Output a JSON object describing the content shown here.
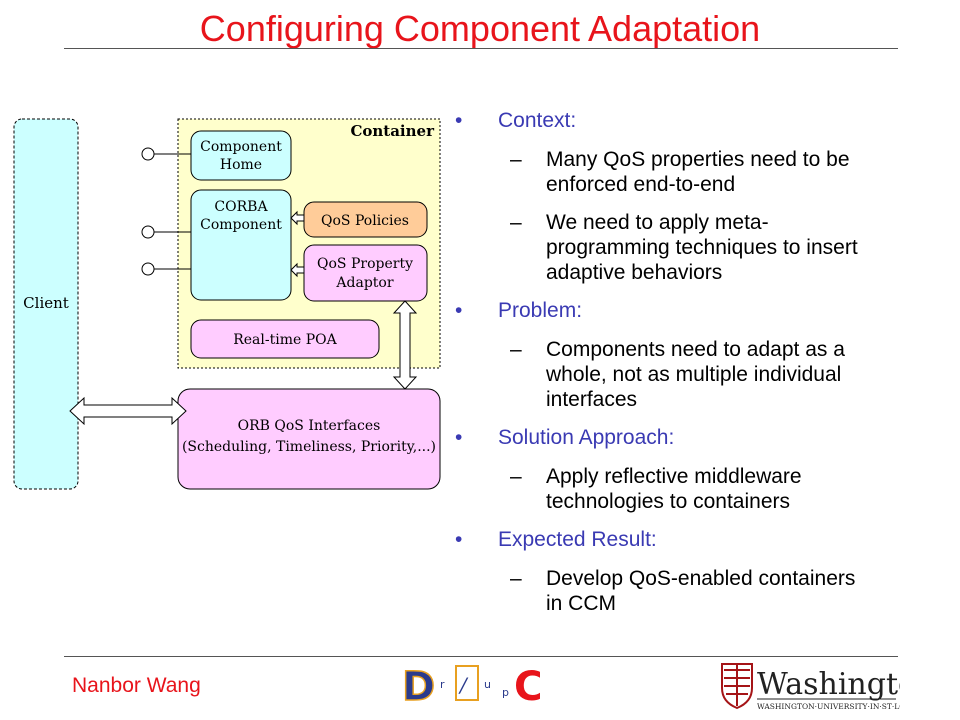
{
  "slide": {
    "title": "Configuring Component Adaptation",
    "author": "Nanbor Wang"
  },
  "diagram": {
    "client": "Client",
    "container": "Container",
    "component_home": [
      "Component",
      "Home"
    ],
    "corba_component": [
      "CORBA",
      "Component"
    ],
    "qos_policies": "QoS Policies",
    "qos_property_adaptor": [
      "QoS Property",
      "Adaptor"
    ],
    "realtime_poa": "Real-time POA",
    "orb_qos": [
      "ORB QoS Interfaces",
      "(Scheduling, Timeliness, Priority,...)"
    ]
  },
  "bullets": [
    {
      "label": "Context:",
      "subs": [
        [
          "Many QoS properties need to be",
          "enforced end-to-end"
        ],
        [
          "We need to apply meta-",
          "programming techniques to insert",
          "adaptive behaviors"
        ]
      ]
    },
    {
      "label": "Problem:",
      "subs": [
        [
          "Components need to adapt as a",
          "whole, not as multiple individual",
          "interfaces"
        ]
      ]
    },
    {
      "label": "Solution Approach:",
      "subs": [
        [
          "Apply reflective middleware",
          "technologies to containers"
        ]
      ]
    },
    {
      "label": "Expected Result:",
      "subs": [
        [
          "Develop QoS-enabled containers",
          "in CCM"
        ]
      ]
    }
  ],
  "logos": {
    "doc_letters": [
      "D",
      "r",
      "u",
      "p",
      "C"
    ],
    "washington": "Washington",
    "washington_sub": "WASHINGTON·UNIVERSITY·IN·ST·LOUIS"
  },
  "colors": {
    "title": "#e8141b",
    "bullet": "#3a3ab3",
    "client_fill": "#ccffff",
    "container_fill": "#ffffcc",
    "component_fill": "#ccffff",
    "qos_policies_fill": "#ffcc99",
    "pink_fill": "#ffccff"
  }
}
